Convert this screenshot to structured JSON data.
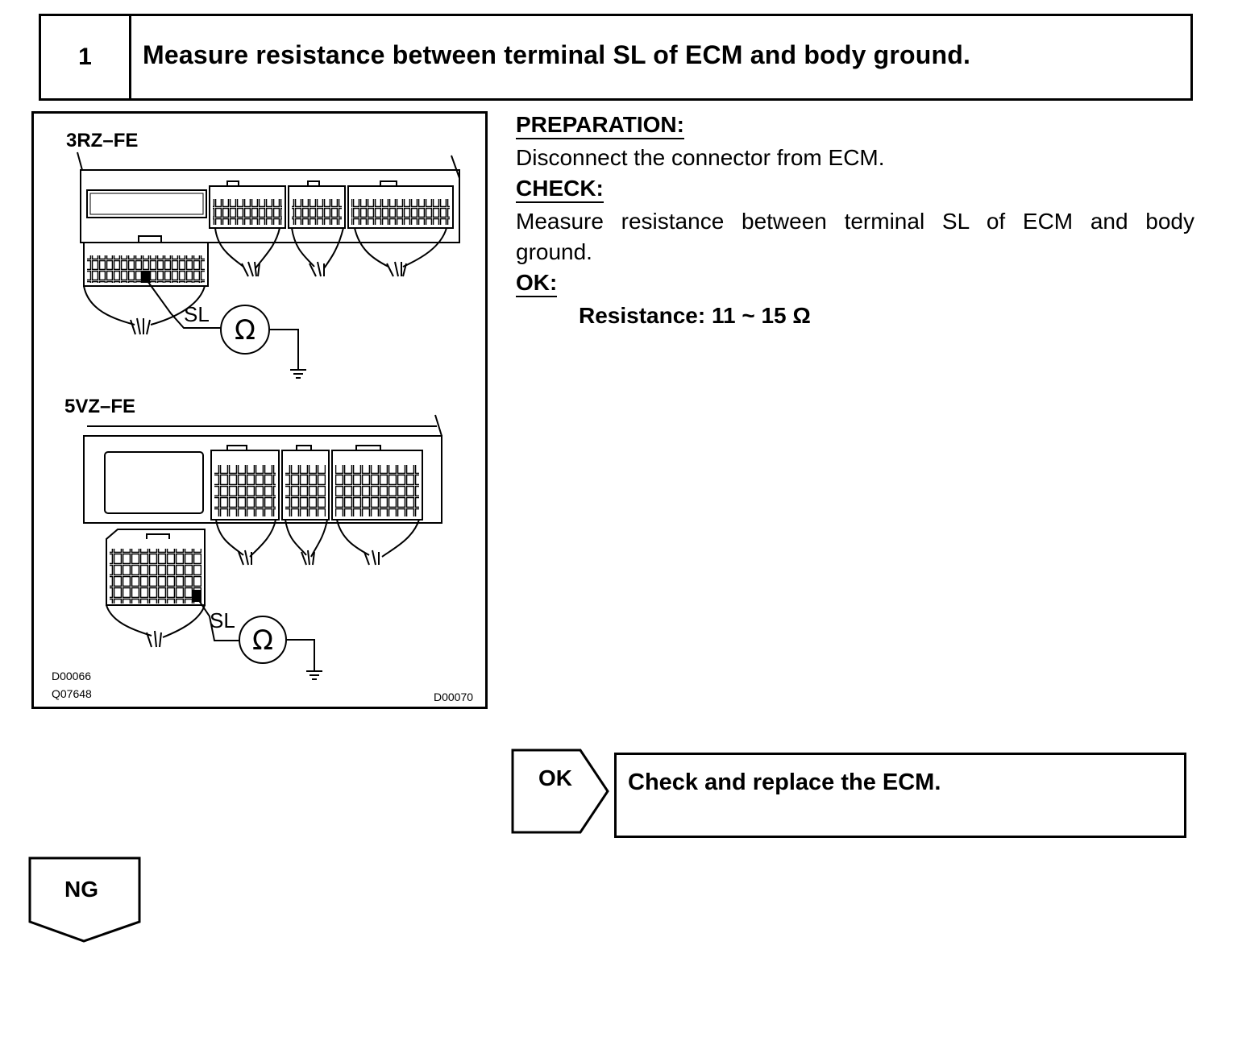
{
  "step": {
    "number": "1",
    "title": "Measure resistance between terminal SL of ECM and body ground."
  },
  "diagram": {
    "engine_top": "3RZ–FE",
    "engine_bottom": "5VZ–FE",
    "terminal_top": "SL",
    "terminal_bottom": "SL",
    "meter_symbol": "Ω",
    "code_1": "D00066",
    "code_2": "Q07648",
    "code_3": "D00070"
  },
  "instructions": {
    "preparation_heading": "PREPARATION:",
    "preparation_text": "Disconnect the connector from ECM.",
    "check_heading": "CHECK:",
    "check_text": "Measure resistance between terminal SL of ECM and body ground.",
    "ok_heading": "OK:",
    "spec": "Resistance: 11 ~ 15 Ω"
  },
  "ok_branch": {
    "label": "OK",
    "action": "Check and replace the ECM."
  },
  "ng_branch": {
    "label": "NG"
  }
}
